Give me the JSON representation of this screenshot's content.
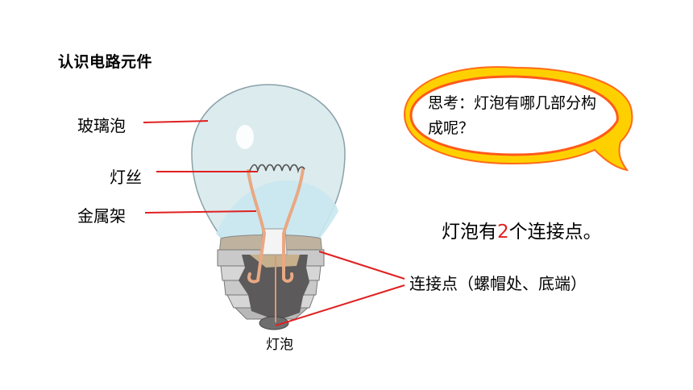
{
  "page": {
    "title": "认识电路元件",
    "labels": {
      "glass_bulb": "玻璃泡",
      "filament": "灯丝",
      "metal_frame": "金属架",
      "contacts": "连接点（螺帽处、底端）"
    },
    "caption": "灯泡",
    "bubble": {
      "question": "思考：灯泡有哪几部分构成呢？"
    },
    "statement": {
      "prefix": "灯泡有",
      "number": "2",
      "suffix": "个连接点。"
    }
  },
  "colors": {
    "callout_line": "#e02020",
    "bubble_outer": "#ffd000",
    "bubble_inner_ring": "#ff5a1a",
    "glass": "#dcebee",
    "filament_wire": "#e9a883"
  }
}
